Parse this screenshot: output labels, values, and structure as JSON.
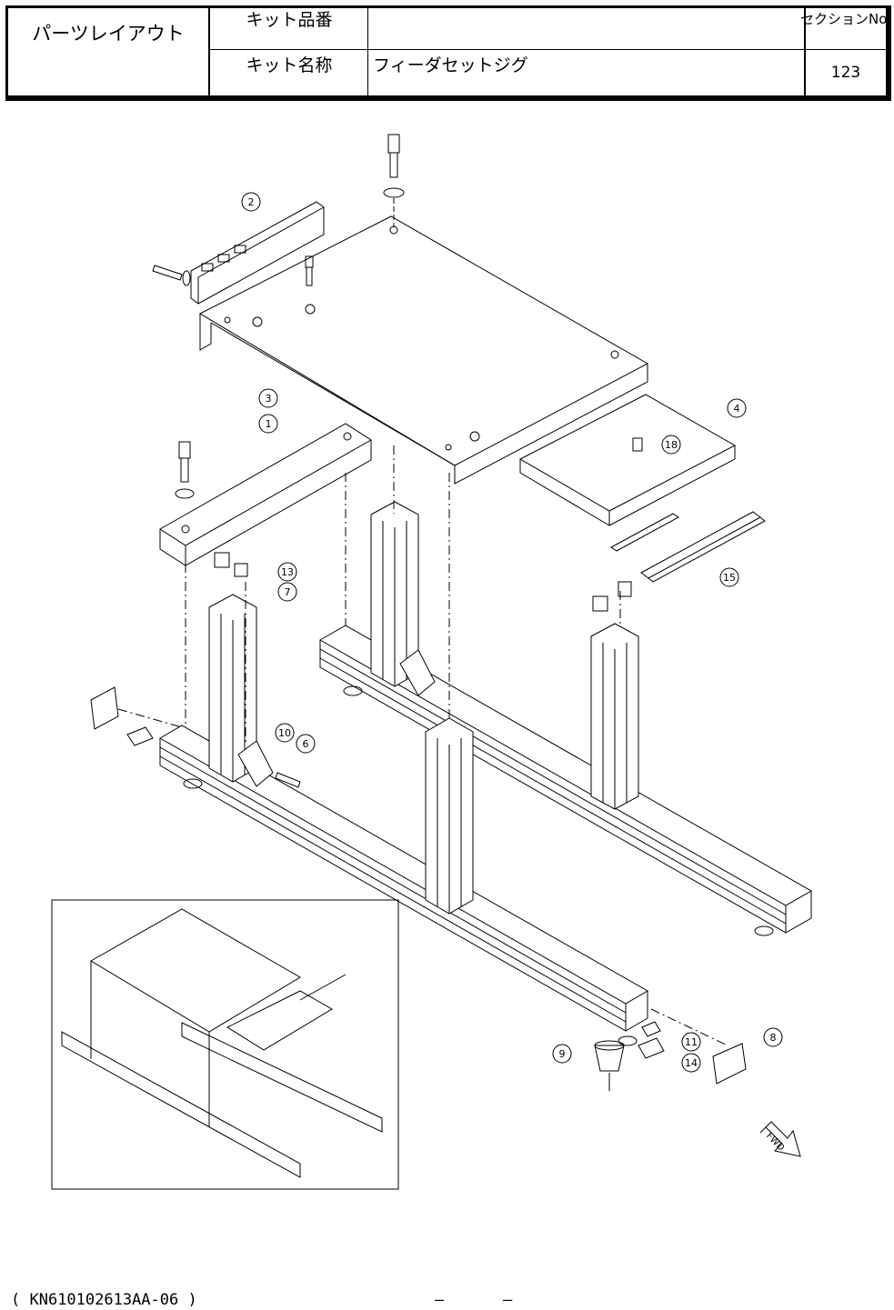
{
  "header": {
    "layout_title": "パーツレイアウト",
    "kit_no_label": "キット品番",
    "kit_no_value": "",
    "kit_name_label": "キット名称",
    "kit_name_value": "フィーダセットジグ",
    "section_label": "セクションNo.",
    "section_value": "123"
  },
  "callouts": [
    "1",
    "2",
    "3",
    "4",
    "6",
    "7",
    "8",
    "9",
    "10",
    "11",
    "13",
    "14",
    "15",
    "18"
  ],
  "direction_label": "FWD",
  "footer": {
    "doc_code": "( KN610102613AA-06 )",
    "dash1": "–",
    "dash2": "–"
  }
}
